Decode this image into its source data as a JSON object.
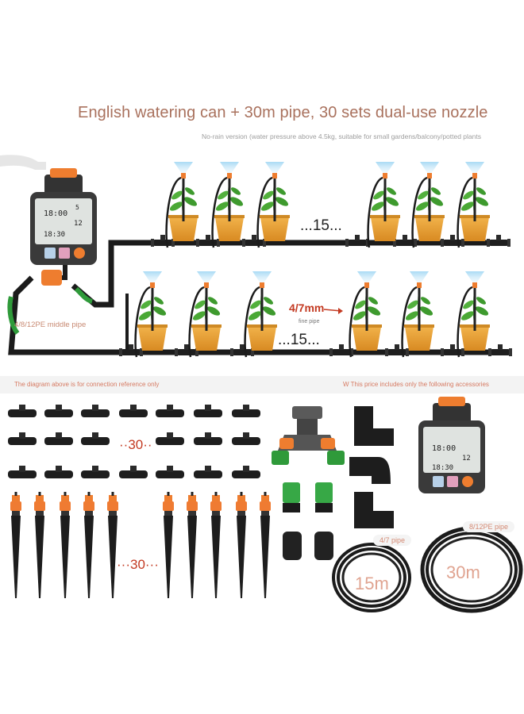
{
  "title": "English watering can + 30m pipe, 30 sets dual-use nozzle",
  "subtitle": "No-rain version (water pressure above 4.5kg, suitable for small gardens/balcony/potted plants",
  "diagram": {
    "middle_pipe_label": "4/8/12PE middle pipe",
    "fine_pipe_size": "4/7mm",
    "fine_pipe_label": "fine pipe",
    "row_count_label": "...15...",
    "timer_display": {
      "time": "18:00",
      "run": "12",
      "start": "18:30",
      "digit": "5"
    }
  },
  "notes": {
    "left": "The diagram above is for connection reference only",
    "right": "W This price includes only the following accessories"
  },
  "accessories": {
    "connector_count_label": "··30··",
    "nozzle_count_label": "···30···",
    "pipe_47_label": "4/7 pipe",
    "pipe_812_label": "8/12PE pipe",
    "coil_15_label": "15m",
    "coil_30_label": "30m"
  },
  "colors": {
    "pipe": "#1b1b1b",
    "orange": "#ee7d2f",
    "pot": "#e8a23a",
    "leaf": "#3e9a2e",
    "spray": "#bfe4f7",
    "accent_red": "#c33a22"
  }
}
